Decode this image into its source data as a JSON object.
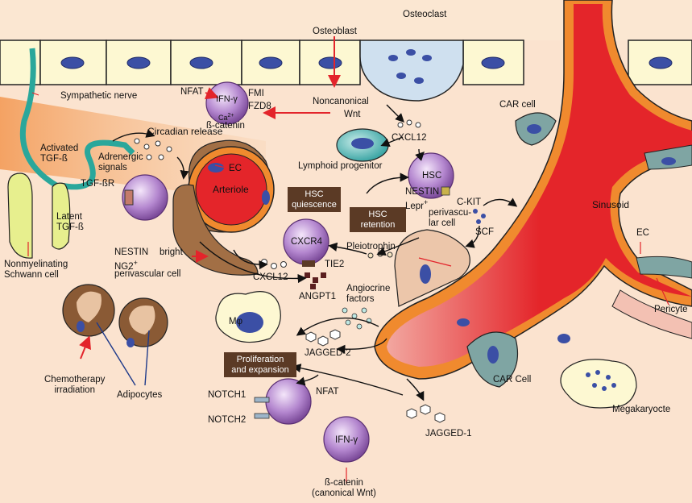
{
  "labels": {
    "osteoblast": "Osteoblast",
    "osteoclast": "Osteoclast",
    "sympathetic_nerve": "Sympathetic nerve",
    "nfat_top": "NFAT",
    "ifn_top": "IFN-γ",
    "fmi": "FMI",
    "fzd8": "FZD8",
    "ca": "Ca",
    "ca_sup": "2+",
    "bcatenin_top": "ß-catenin",
    "noncanonical": "Noncanonical",
    "wnt": "Wnt",
    "car_cell_top": "CAR cell",
    "cxcl12_top": "CXCL12",
    "activated_tgfb": "Activated\nTGF-ß",
    "adrenergic": "Adrenergic\nsignals",
    "circadian": "Circadian release",
    "tgfbr": "TGF-ßR",
    "ec_arteriole": "EC",
    "arteriole": "Arteriole",
    "lymphoid": "Lymphoid progenitor",
    "hsc_top": "HSC",
    "ckit": "C-KIT",
    "sinusoid": "Sinusoid",
    "ec_right": "EC",
    "latent_tgfb": "Latent\nTGF-ß",
    "hsc_quiescence": "HSC\nquiescence",
    "hsc_retention": "HSC\nretention",
    "nestin_lepr": "NESTIN\nLepr",
    "lepr_sup": "+",
    "perivascular": "perivascu-\nlar cell",
    "scf": "SCF",
    "nonmyelinating": "Nonmyelinating\nSchwann cell",
    "nestin_ng2": "NESTIN\nNG2",
    "ng2_sup": "+",
    "perivascular2": "perivascular cell",
    "bright": "bright",
    "cxcr4": "CXCR4",
    "tie2": "TIE2",
    "pleiotrophin": "Pleiotrophin",
    "cxcl12_mid": "CXCL12",
    "angpt1": "ANGPT1",
    "pericyte": "Pericyte",
    "angiocrine": "Angiocrine\nfactors",
    "mphi": "Mφ",
    "jagged2": "JAGGED-2",
    "proliferation": "Proliferation\nand expansion",
    "car_cell_bottom": "CAR Cell",
    "megakaryocyte": "Megakaryocte",
    "chemo": "Chemotherapy\nirradiation",
    "adipocytes": "Adipocytes",
    "notch1": "NOTCH1",
    "notch2": "NOTCH2",
    "nfat_bottom": "NFAT",
    "ifn_bottom": "IFN-γ",
    "jagged1": "JAGGED-1",
    "bcatenin_bottom": "ß-catenin\n(canonical Wnt)"
  },
  "colors": {
    "background": "#fbe3cf",
    "bone_cell": "#fdf8d2",
    "nucleus": "#3b4fa5",
    "vessel_red": "#e4252a",
    "vessel_orange": "#f08a2e",
    "hsc_purple": "#a678c2",
    "car_teal": "#7fa5a3",
    "arrow_red": "#e3242b",
    "brown_box": "#5b3a25",
    "schwann_yellow": "#e7ef8e",
    "nerve_teal": "#2aa79b"
  }
}
